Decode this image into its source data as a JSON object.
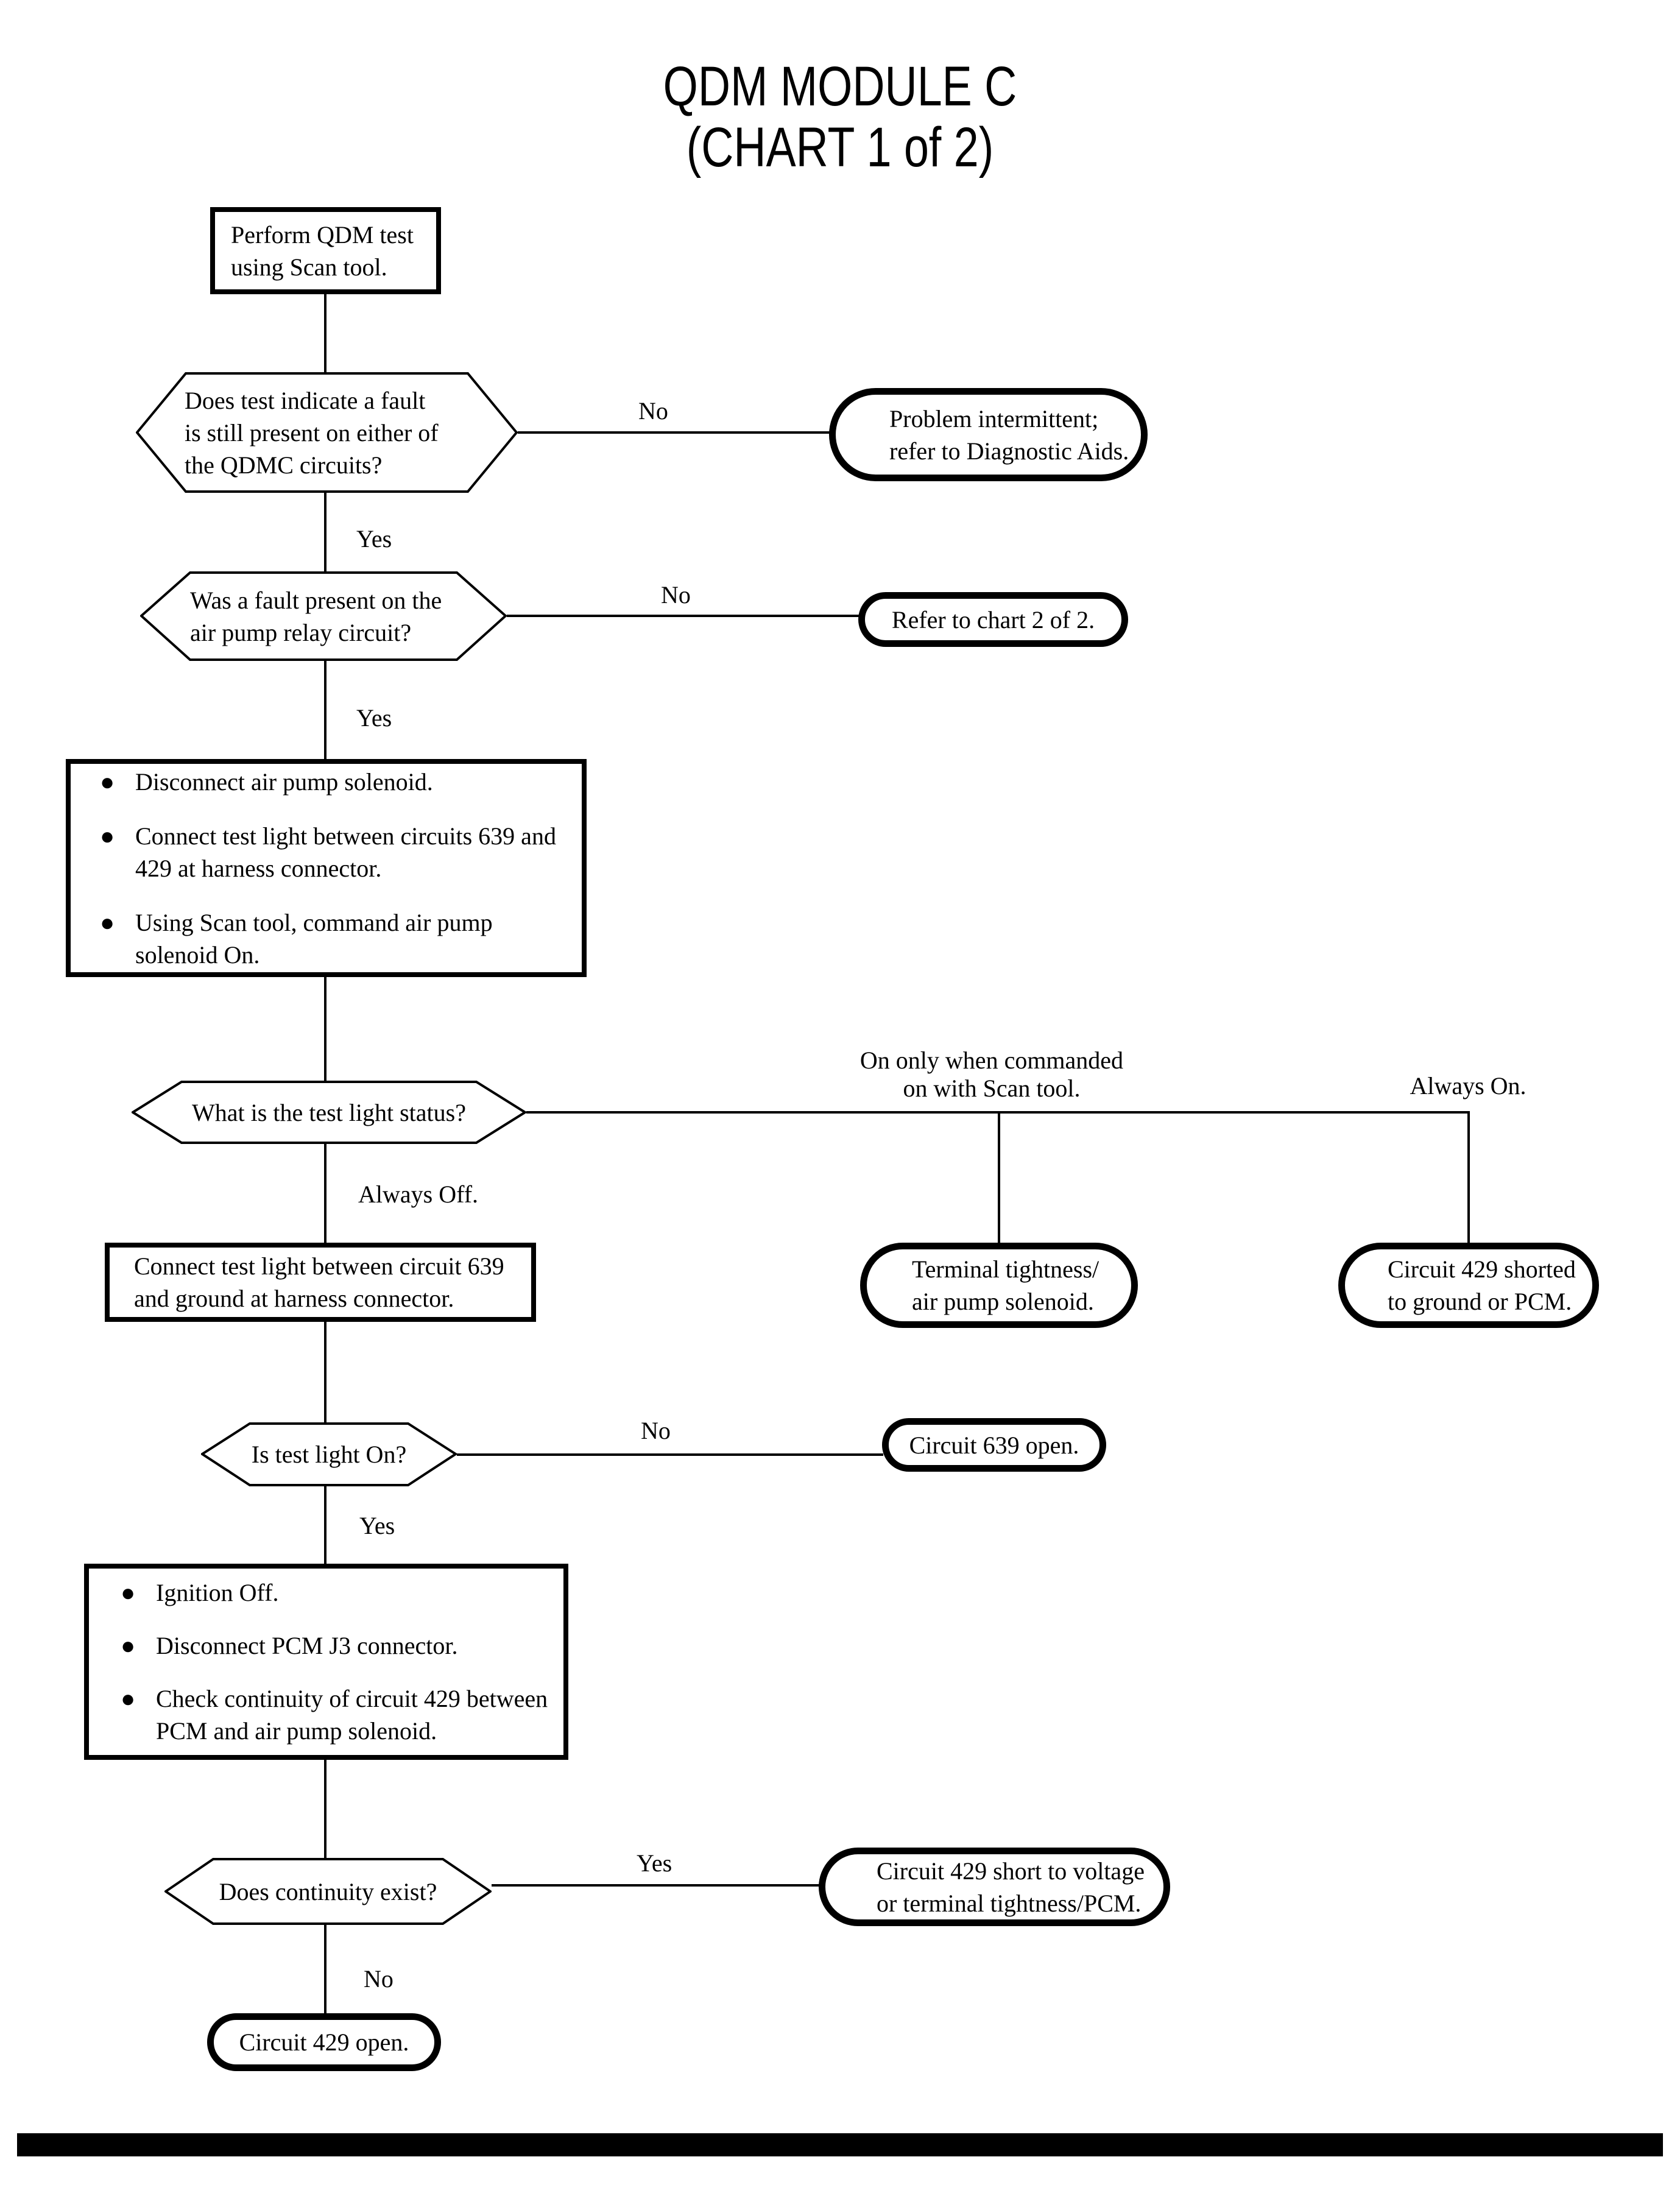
{
  "colors": {
    "ink": "#000000",
    "paper": "#ffffff"
  },
  "title": {
    "line1": "QDM MODULE C",
    "line2": "(CHART 1 of 2)"
  },
  "labels": {
    "yes": "Yes",
    "no": "No",
    "always_off": "Always Off.",
    "commanded_line1": "On only when commanded",
    "commanded_line2": "on with Scan tool.",
    "always_on": "Always On."
  },
  "nodes": {
    "start": {
      "lines": [
        "Perform QDM test",
        "using Scan tool."
      ]
    },
    "q_fault_present": {
      "lines": [
        "Does test indicate a fault",
        "is still present on either of",
        "the QDMC circuits?"
      ]
    },
    "t_intermittent": {
      "lines": [
        "Problem intermittent;",
        "refer to Diagnostic Aids."
      ]
    },
    "q_relay_fault": {
      "lines": [
        "Was a fault present on the",
        "air pump relay circuit?"
      ]
    },
    "t_chart2": {
      "lines": [
        "Refer to chart 2 of 2."
      ]
    },
    "action_connect_test_light": {
      "bullets": [
        {
          "lines": [
            "Disconnect air pump solenoid."
          ]
        },
        {
          "lines": [
            "Connect test light between circuits 639 and",
            "429 at harness connector."
          ]
        },
        {
          "lines": [
            "Using Scan tool, command air pump",
            "solenoid On."
          ]
        }
      ]
    },
    "q_light_status": {
      "lines": [
        "What is the test light status?"
      ]
    },
    "t_terminal_tightness": {
      "lines": [
        "Terminal tightness/",
        "air pump solenoid."
      ]
    },
    "t_429_shorted": {
      "lines": [
        "Circuit 429 shorted",
        "to ground or PCM."
      ]
    },
    "action_connect_ground": {
      "lines": [
        "Connect test light between circuit 639",
        "and ground at harness connector."
      ]
    },
    "q_light_on": {
      "lines": [
        "Is test light On?"
      ]
    },
    "t_639_open": {
      "lines": [
        "Circuit 639 open."
      ]
    },
    "action_check_continuity": {
      "bullets": [
        {
          "lines": [
            "Ignition Off."
          ]
        },
        {
          "lines": [
            "Disconnect PCM J3 connector."
          ]
        },
        {
          "lines": [
            "Check continuity of circuit 429 between",
            "PCM and air pump solenoid."
          ]
        }
      ]
    },
    "q_continuity": {
      "lines": [
        "Does continuity exist?"
      ]
    },
    "t_429_short_voltage": {
      "lines": [
        "Circuit 429 short to voltage",
        "or terminal tightness/PCM."
      ]
    },
    "t_429_open": {
      "lines": [
        "Circuit 429 open."
      ]
    }
  }
}
